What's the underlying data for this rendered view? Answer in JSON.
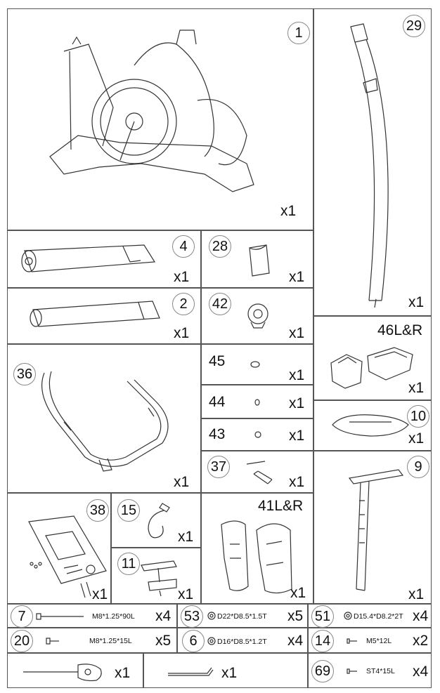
{
  "parts": {
    "p1": {
      "number": "1",
      "qty": "x1"
    },
    "p29": {
      "number": "29",
      "qty": "x1"
    },
    "p4": {
      "number": "4",
      "qty": "x1"
    },
    "p28": {
      "number": "28",
      "qty": "x1"
    },
    "p2": {
      "number": "2",
      "qty": "x1"
    },
    "p42": {
      "number": "42",
      "qty": "x1"
    },
    "p46": {
      "number": "46L&R",
      "qty": "x1"
    },
    "p36": {
      "number": "36",
      "qty": "x1"
    },
    "p45": {
      "number": "45",
      "qty": "x1"
    },
    "p44": {
      "number": "44",
      "qty": "x1"
    },
    "p43": {
      "number": "43",
      "qty": "x1"
    },
    "p10": {
      "number": "10",
      "qty": "x1"
    },
    "p37": {
      "number": "37",
      "qty": "x1"
    },
    "p9": {
      "number": "9",
      "qty": "x1"
    },
    "p38": {
      "number": "38",
      "qty": "x1"
    },
    "p15": {
      "number": "15",
      "qty": "x1"
    },
    "p41": {
      "number": "41L&R",
      "qty": "x1"
    },
    "p11": {
      "number": "11",
      "qty": "x1"
    }
  },
  "hardware": {
    "h7": {
      "number": "7",
      "spec": "M8*1.25*90L",
      "qty": "x4"
    },
    "h53": {
      "number": "53",
      "spec": "D22*D8.5*1.5T",
      "qty": "x5"
    },
    "h51": {
      "number": "51",
      "spec": "D15.4*D8.2*2T",
      "qty": "x4"
    },
    "h20": {
      "number": "20",
      "spec": "M8*1.25*15L",
      "qty": "x5"
    },
    "h6": {
      "number": "6",
      "spec": "D16*D8.5*1.2T",
      "qty": "x4"
    },
    "h14": {
      "number": "14",
      "spec": "M5*12L",
      "qty": "x2"
    },
    "h69": {
      "number": "69",
      "spec": "ST4*15L",
      "qty": "x4"
    }
  },
  "tools": {
    "wrench": {
      "qty": "x1"
    },
    "allen": {
      "qty": "x1"
    }
  }
}
